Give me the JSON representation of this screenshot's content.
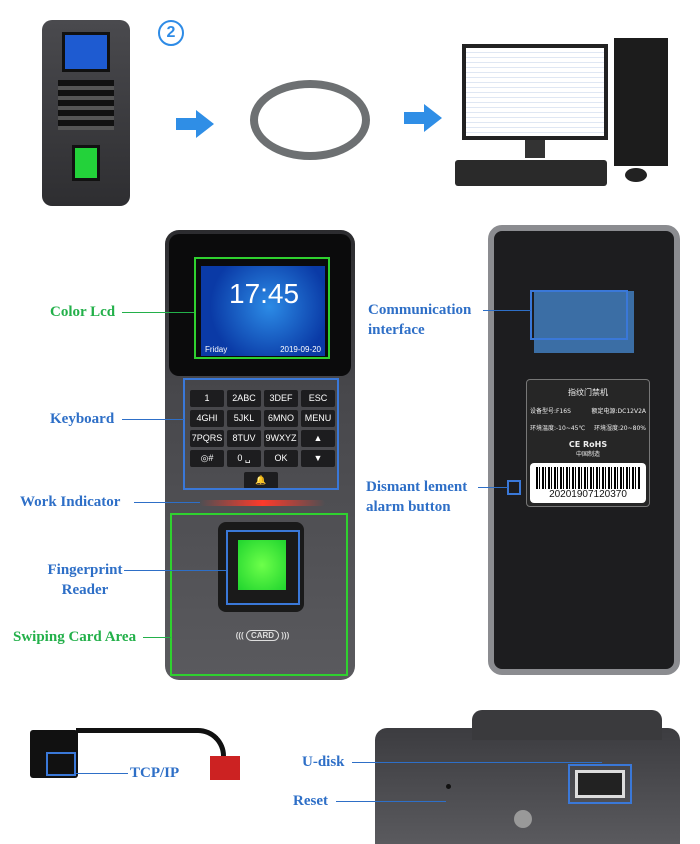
{
  "step_number": "2",
  "screen": {
    "time": "17:45",
    "day": "Friday",
    "date": "2019-09-20"
  },
  "keys": [
    "1",
    "2ABC",
    "3DEF",
    "ESC",
    "4GHI",
    "5JKL",
    "6MNO",
    "MENU",
    "7PQRS",
    "8TUV",
    "9WXYZ",
    "▲",
    "◎#",
    "0 ␣",
    "OK",
    "▼"
  ],
  "bell_key": "🔔",
  "card_label": "CARD",
  "labels": {
    "color_lcd": "Color Lcd",
    "keyboard": "Keyboard",
    "work_indicator": "Work Indicator",
    "fingerprint_reader": "Fingerprint Reader",
    "swiping_card_area": "Swiping Card Area",
    "communication_interface": "Communication interface",
    "dismantlement_alarm": "Dismant lement alarm button",
    "tcp_ip": "TCP/IP",
    "u_disk": "U-disk",
    "reset": "Reset"
  },
  "sticker": {
    "title": "指纹门禁机",
    "model": "设备型号:F16S",
    "power": "额定电源:DC12V2A",
    "temp": "环境温度:-10~45℃",
    "humidity": "环境湿度:20~80%",
    "cert": "CE RoHS",
    "made": "中国制造",
    "barcode": "20201907120370"
  },
  "colors": {
    "blue": "#2e6fc7",
    "green": "#23b04a"
  }
}
